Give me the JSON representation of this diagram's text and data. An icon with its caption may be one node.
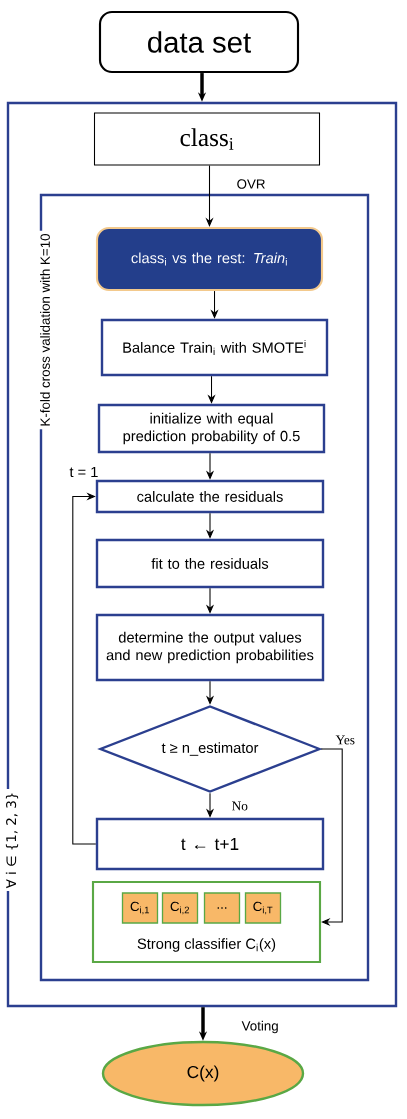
{
  "diagram": {
    "nodes": [
      {
        "text": [
          "data set"
        ]
      },
      {
        "text": [
          "∀ i ∈ {1, 2, 3}"
        ]
      },
      {
        "text": [
          "class$_{i}$"
        ],
        "in": 1
      },
      {
        "text": [
          "K-fold cross validation with K=10"
        ],
        "in": 1
      },
      {
        "text": [
          "class$_{i}$ vs the rest: *Train*$_{i}$"
        ],
        "in": 3
      },
      {
        "text": [
          "Balance Train$_{i}$ with SMOTE$^{i}$"
        ],
        "in": 3
      },
      {
        "text": [
          "initialize with equal prediction probability of 0.5"
        ],
        "in": 3
      },
      {
        "text": [
          "calculate the residuals"
        ],
        "beside": [
          "t = 1"
        ],
        "in": 3
      },
      {
        "text": [
          "fit to the residuals"
        ],
        "in": 3
      },
      {
        "text": [
          "determine the output values and new prediction probabilities"
        ],
        "in": 3
      },
      {
        "text": [
          "t ≥ n_estimator"
        ],
        "in": 3
      },
      {
        "text": [
          "t ← t+1"
        ],
        "in": 3
      },
      {
        "text": [
          "Strong classifier C$_{i}$(x)"
        ],
        "in": 3
      },
      {
        "text": [
          "C$_{i,1}$"
        ],
        "in": 12
      },
      {
        "text": [
          "C$_{i,2}$"
        ],
        "in": 12
      },
      {
        "text": [
          "..."
        ],
        "in": 12
      },
      {
        "text": [
          "C$_{i,T}$"
        ],
        "in": 12
      },
      {
        "text": [
          "C(x)"
        ]
      }
    ],
    "edges": [
      {
        "from": 0,
        "to": 1,
        "arrow": "to",
        "style": "thick"
      },
      {
        "from": 2,
        "to": 4,
        "arrow": "to",
        "label": "OVR"
      },
      {
        "from": 4,
        "to": 5,
        "arrow": "to"
      },
      {
        "from": 5,
        "to": 6,
        "arrow": "to"
      },
      {
        "from": 6,
        "to": 7,
        "arrow": "to"
      },
      {
        "from": 7,
        "to": 8,
        "arrow": "to"
      },
      {
        "from": 8,
        "to": 9,
        "arrow": "to"
      },
      {
        "from": 9,
        "to": 10,
        "arrow": "to"
      },
      {
        "from": 10,
        "to": 11,
        "arrow": "to",
        "label": "No"
      },
      {
        "from": 11,
        "to": 7,
        "arrow": "to"
      },
      {
        "from": 10,
        "to": 12,
        "arrow": "to",
        "label": "Yes"
      },
      {
        "from": 1,
        "to": 17,
        "arrow": "to",
        "style": "thick",
        "label": "Voting"
      }
    ]
  }
}
